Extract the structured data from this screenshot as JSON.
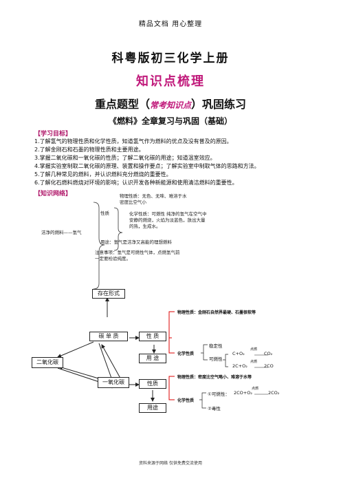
{
  "header": "精品文档 用心整理",
  "title_main": "科粤版初三化学上册",
  "title_sub": "知识点梳理",
  "heading": {
    "before": "重点题型（",
    "italic": "常考知识点",
    "after": "）巩固练习"
  },
  "chapter_title": "《燃料》全章复习与巩固（基础）",
  "goals": {
    "label": "【学习目标】",
    "items": [
      "1.了解氢气的物理性质和化学性质，知道氢气作为燃料的优点及没有普及的原因。",
      "2.了解金刚石和石墨的物理性质和主要用途。",
      "3.掌握二氧化碳和一氧化碳的性质；了解二氧化碳的用途；知道温室效应。",
      "4.掌握实验室制取二氧化碳的原理、装置和操作要点；了解实验室中制取气体的思路和方法。",
      "5.了解几种常见的燃料，并认识燃料充分燃烧的重要性。",
      "6.了解化石燃料燃烧对环境的影响；认识开发各种新能源和使用清洁燃料的重要性。"
    ]
  },
  "network_label": "【知识网络】",
  "hydrogen": {
    "root": "洁净的燃料——氢气",
    "property": "性质",
    "physical": [
      "物理性质：无色、无味、难溶于水",
      "密度比空气小"
    ],
    "chemical": [
      "化学性质：可燃性  纯净的氢气在空气中",
      "安静的燃烧，火焰为淡蓝色，放出大量",
      "的热，生成水。"
    ],
    "use": "用途：氢气是洁净又高能的理想燃料",
    "note": [
      "注意事项：氢气是可燃性气体，点燃氢气前",
      "一定要检验纯度。"
    ]
  },
  "carbon": {
    "exist": "存在形式",
    "element": "碳 单 质",
    "property1": "性 质",
    "use1": "用 途",
    "co2": "二氧化碳",
    "co": "一氧化碳",
    "property2": "性质",
    "use2": "用途",
    "phys1": "物理性质：金刚石自然界最硬、石墨很软等",
    "chem1": "化学性质",
    "stability": "稳定性",
    "combustible": "可燃性",
    "eq1_left": "C+O₂",
    "eq1_cond": "点燃",
    "eq1_right": "CO₂",
    "eq2_left": "2C+O₂",
    "eq2_cond": "点燃",
    "eq2_right": "2CO",
    "phys2": "物理性质：密度比空气略小、难溶于水等",
    "chem2": "化学性质",
    "co_comb": "①可燃性：",
    "eq3_left": "2CO+O₂",
    "eq3_cond": "点燃",
    "eq3_right": "2CO₂",
    "co_toxic": "②毒性"
  },
  "footer": "资料来源于网络 仅供免费交流使用"
}
